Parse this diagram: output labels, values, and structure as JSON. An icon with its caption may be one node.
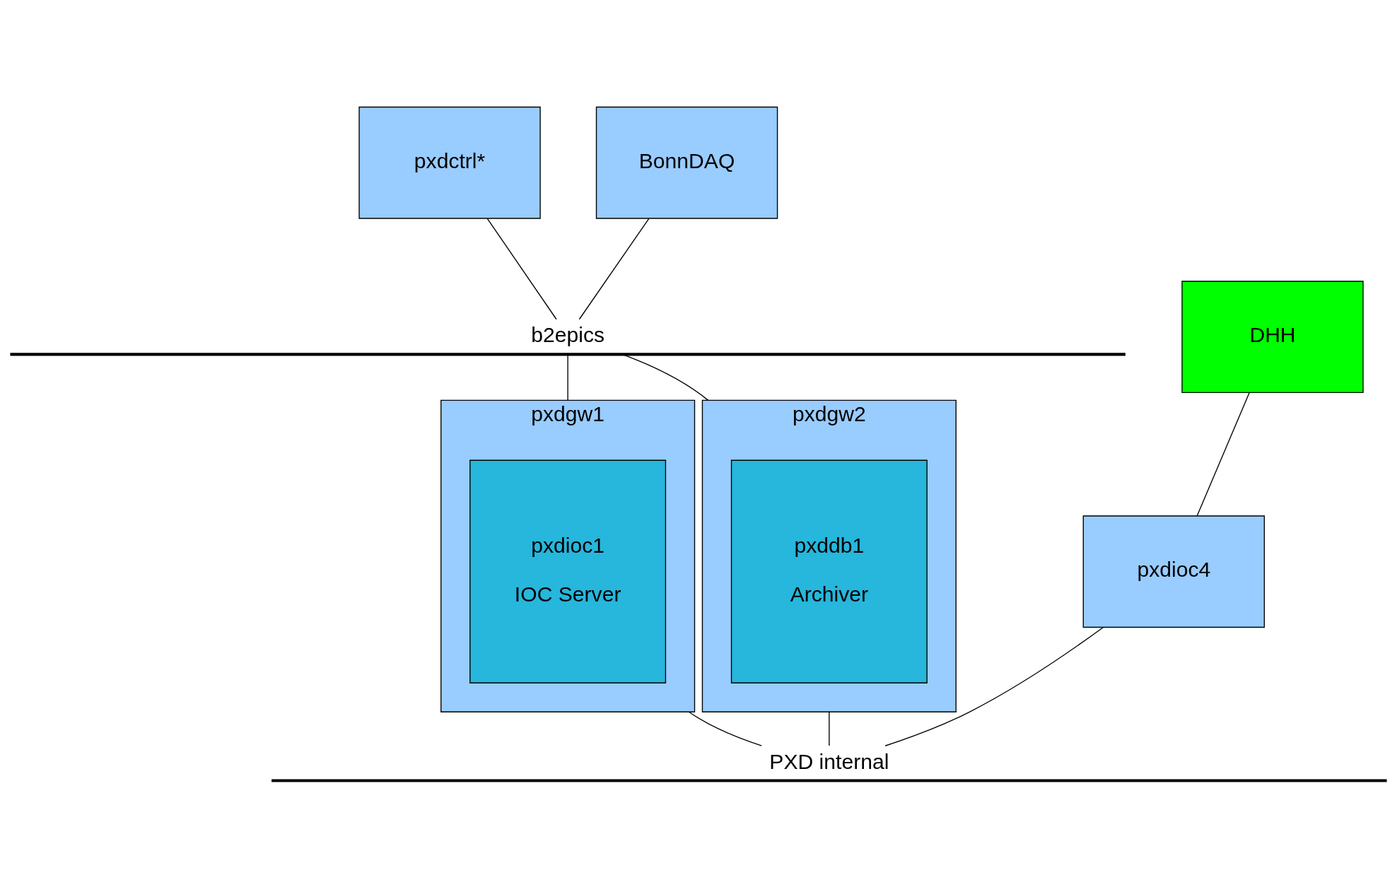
{
  "diagram": {
    "nodes": [
      {
        "text": [
          "pxdctrl*"
        ]
      },
      {
        "text": [
          "BonnDAQ"
        ]
      },
      {
        "text": [
          "b2epics"
        ]
      },
      {
        "text": [
          "pxdgw1"
        ]
      },
      {
        "text": [
          "pxdioc1",
          "IOC Server"
        ],
        "in": 3
      },
      {
        "text": [
          "pxdgw2"
        ]
      },
      {
        "text": [
          "pxddb1",
          "Archiver"
        ],
        "in": 5
      },
      {
        "text": [
          "DHH"
        ]
      },
      {
        "text": [
          "pxdioc4"
        ]
      },
      {
        "text": [
          "PXD internal"
        ]
      }
    ],
    "edges": [
      {
        "from": 0,
        "to": 2,
        "arrow": "none"
      },
      {
        "from": 1,
        "to": 2,
        "arrow": "none"
      },
      {
        "from": 2,
        "to": 3,
        "arrow": "none"
      },
      {
        "from": 2,
        "to": 5,
        "arrow": "none"
      },
      {
        "from": 7,
        "to": 8,
        "arrow": "none"
      },
      {
        "from": 3,
        "to": 9,
        "arrow": "none"
      },
      {
        "from": 5,
        "to": 9,
        "arrow": "none"
      },
      {
        "from": 8,
        "to": 9,
        "arrow": "none"
      }
    ]
  }
}
